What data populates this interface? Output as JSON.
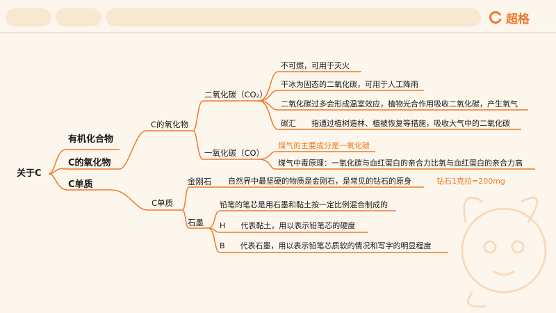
{
  "header": {
    "logo_text": "超格",
    "accent": "#f0782a"
  },
  "mindmap": {
    "root": "关于C",
    "left_topics": [
      "有机化合物",
      "C的氧化物",
      "C单质"
    ],
    "oxides": {
      "label": "C的氧化物",
      "co2": {
        "label": "二氧化碳（CO₂）",
        "facts": [
          "不可燃，可用于灭火",
          "干冰为固态的二氧化碳，可用于人工降雨",
          "二氧化碳过多会形成温室效应，植物光合作用吸收二氧化碳，产生氧气",
          "碳汇　　指通过植树造林、植被恢复等措施，吸收大气中的二氧化碳"
        ],
        "highlight_part": "干冰为固态的二氧化碳",
        "rest_part": "，可用于人工降雨"
      },
      "co": {
        "label": "一氧化碳（CO）",
        "facts": [
          "煤气的主要成分是一氧化碳",
          "煤气中毒原理：一氧化碳与血红蛋白的亲合力比氧与血红蛋白的亲合力高"
        ]
      }
    },
    "elements": {
      "label": "C单质",
      "diamond": {
        "label": "金刚石",
        "fact": "自然界中最坚硬的物质是金刚石，是常见的钻石的原身",
        "note": "钻石1克拉=200mg"
      },
      "graphite": {
        "label": "石墨",
        "facts": [
          "铅笔的笔芯是用石墨和黏土按一定比例混合制成的",
          "H　　代表黏土，用以表示铅笔芯的硬度",
          "B　　代表石墨，用以表示铅笔芯质软的情况和写字的明显程度"
        ]
      }
    }
  },
  "colors": {
    "branch": "#f0782a",
    "highlight": "#ef7a23",
    "text": "#1a1a1a",
    "background": "#fdf6ec"
  }
}
